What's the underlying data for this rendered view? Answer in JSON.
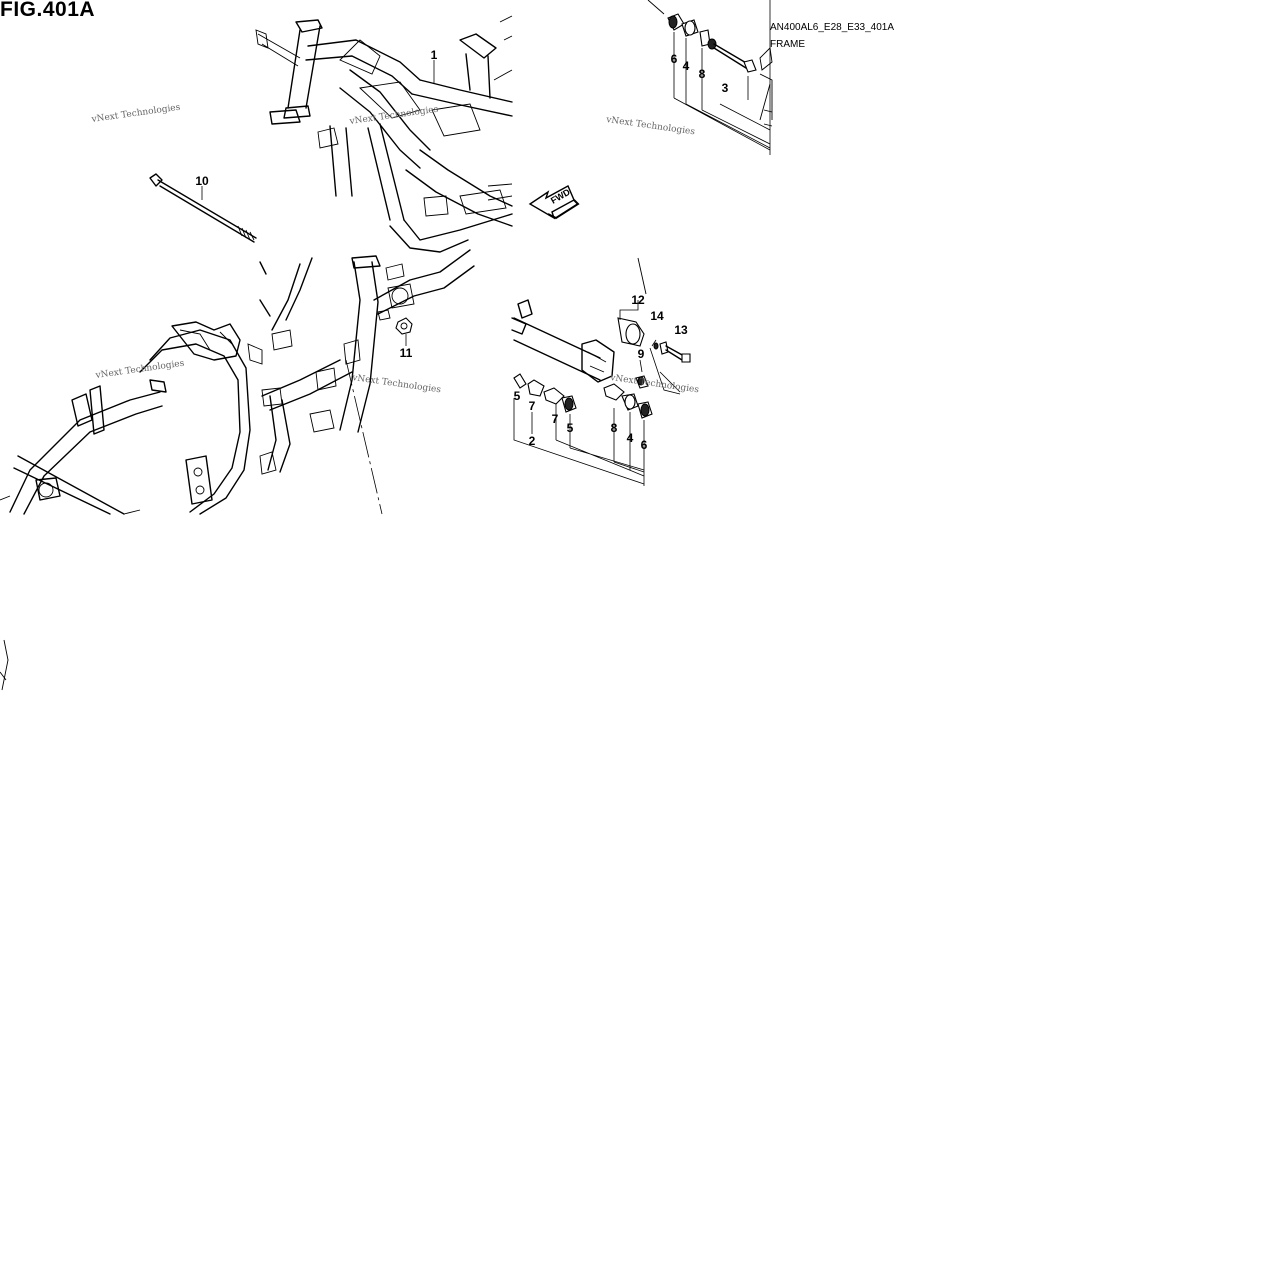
{
  "figure": {
    "title": "FIG.401A",
    "code": "AN400AL6_E28_E33_401A",
    "name": "FRAME",
    "direction_label": "FWD"
  },
  "watermark": "vNext Technologies",
  "callouts": {
    "c1": "1",
    "c2": "2",
    "c3": "3",
    "c4a": "4",
    "c4b": "4",
    "c5a": "5",
    "c5b": "5",
    "c6a": "6",
    "c6b": "6",
    "c7a": "7",
    "c7b": "7",
    "c8a": "8",
    "c8b": "8",
    "c9": "9",
    "c10": "10",
    "c11": "11",
    "c12": "12",
    "c13": "13",
    "c14": "14"
  }
}
